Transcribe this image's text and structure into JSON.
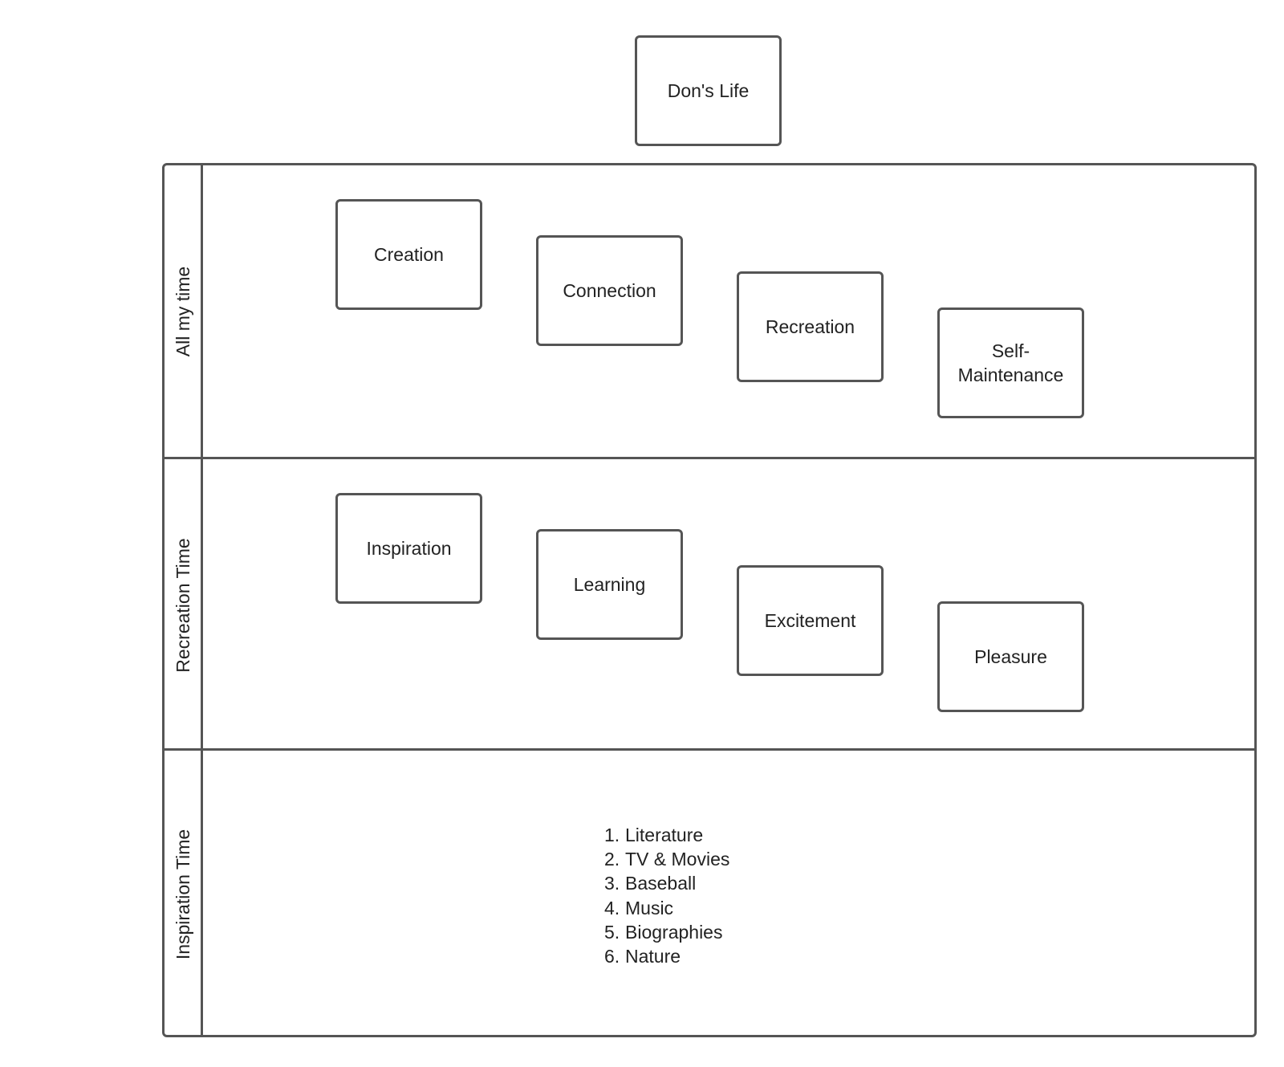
{
  "title": "Don's Life",
  "lanes": [
    {
      "label": "All my time",
      "items": [
        "Creation",
        "Connection",
        "Recreation",
        "Self-\nMaintenance"
      ]
    },
    {
      "label": "Recreation Time",
      "items": [
        "Inspiration",
        "Learning",
        "Excitement",
        "Pleasure"
      ]
    },
    {
      "label": "Inspiration Time",
      "list": [
        {
          "num": "1.",
          "text": "Literature"
        },
        {
          "num": "2.",
          "text": "TV & Movies"
        },
        {
          "num": "3.",
          "text": "Baseball"
        },
        {
          "num": "4.",
          "text": "Music"
        },
        {
          "num": "5.",
          "text": "Biographies"
        },
        {
          "num": "6.",
          "text": "Nature"
        }
      ]
    }
  ]
}
